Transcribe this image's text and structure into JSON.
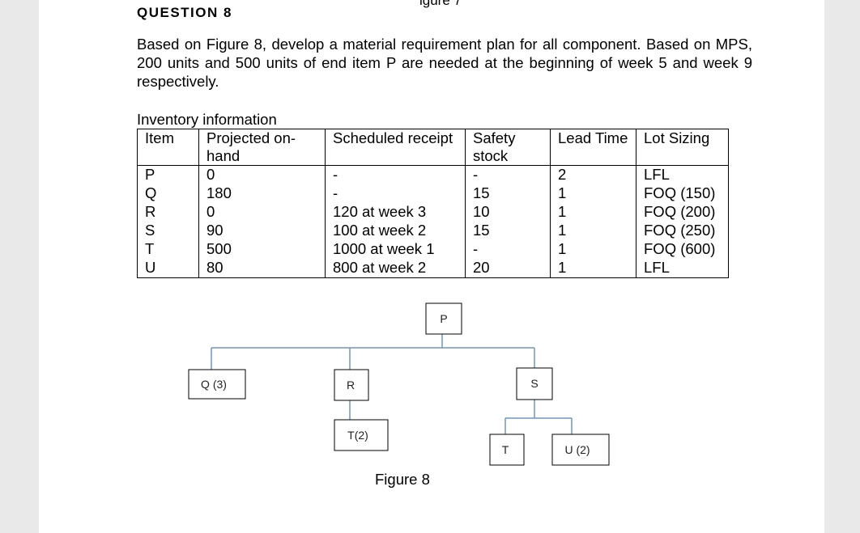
{
  "header": {
    "cut_text": "igure 7",
    "question_title": "QUESTION 8",
    "paragraph": "Based on Figure 8, develop a material requirement plan for all component. Based on MPS, 200 units and 500 units of end item P are needed at the beginning of week 5 and week 9 respectively."
  },
  "inventory": {
    "label": "Inventory information",
    "headers": [
      "Item",
      "Projected on-hand",
      "Scheduled receipt",
      "Safety stock",
      "Lead Time",
      "Lot Sizing"
    ],
    "rows": [
      {
        "item": "P",
        "on_hand": "0",
        "receipt": "-",
        "safety": "-",
        "lead": "2",
        "lot": "LFL"
      },
      {
        "item": "Q",
        "on_hand": "180",
        "receipt": "-",
        "safety": "15",
        "lead": "1",
        "lot": "FOQ (150)"
      },
      {
        "item": "R",
        "on_hand": "0",
        "receipt": "120 at week 3",
        "safety": "10",
        "lead": "1",
        "lot": "FOQ (200)"
      },
      {
        "item": "S",
        "on_hand": "90",
        "receipt": "100 at week 2",
        "safety": "15",
        "lead": "1",
        "lot": "FOQ (250)"
      },
      {
        "item": "T",
        "on_hand": "500",
        "receipt": "1000 at week 1",
        "safety": "-",
        "lead": "1",
        "lot": "FOQ (600)"
      },
      {
        "item": "U",
        "on_hand": "80",
        "receipt": "800 at week 2",
        "safety": "20",
        "lead": "1",
        "lot": "LFL"
      }
    ]
  },
  "figure": {
    "caption": "Figure 8",
    "nodes": {
      "p": "P",
      "q": "Q (3)",
      "r": "R",
      "s": "S",
      "t2": "T(2)",
      "t": "T",
      "u": "U (2)"
    },
    "line_color": "#6f95c4"
  }
}
